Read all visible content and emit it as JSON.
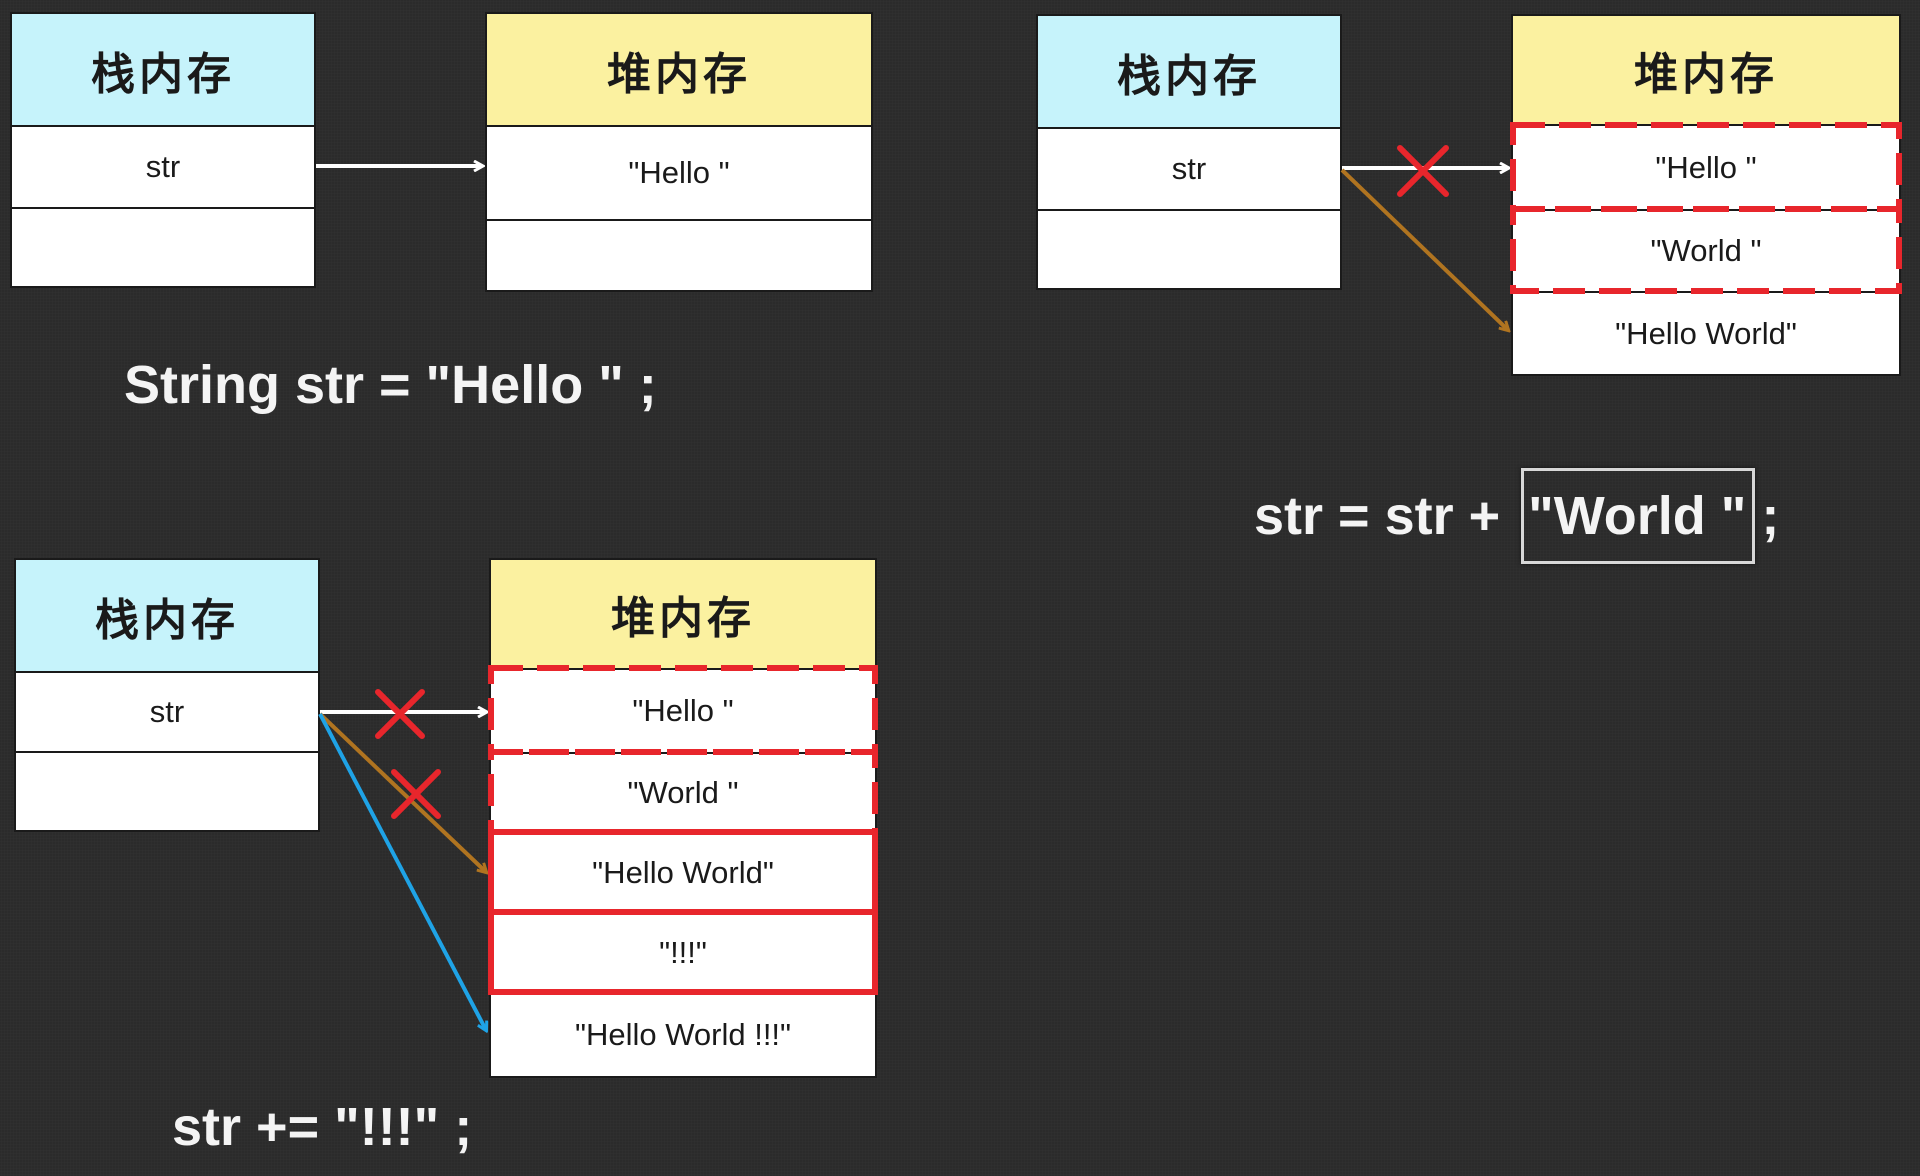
{
  "labels": {
    "stack": "栈内存",
    "heap": "堆内存",
    "var": "str"
  },
  "panel1": {
    "heap_cells": [
      "\"Hello \""
    ],
    "code": "String str = \"Hello \" ;"
  },
  "panel2": {
    "heap_cells": [
      "\"Hello \"",
      "\"World \"",
      "\"Hello World\""
    ],
    "code_prefix": "str = str + ",
    "code_boxed": "\"World \"",
    "code_suffix": ";"
  },
  "panel3": {
    "heap_cells": [
      "\"Hello \"",
      "\"World \"",
      "\"Hello World\"",
      "\"!!!\"",
      "\"Hello World !!!\""
    ],
    "code": "str += \"!!!\" ;"
  },
  "colors": {
    "background": "#2b2b2b",
    "stack_header": "#c6f3fb",
    "heap_header": "#fbf1a0",
    "garbage_outline": "#e8262c",
    "arrow_white": "#ffffff",
    "arrow_brown": "#b07420",
    "arrow_blue": "#1fa3e6",
    "cross": "#e8262c"
  }
}
